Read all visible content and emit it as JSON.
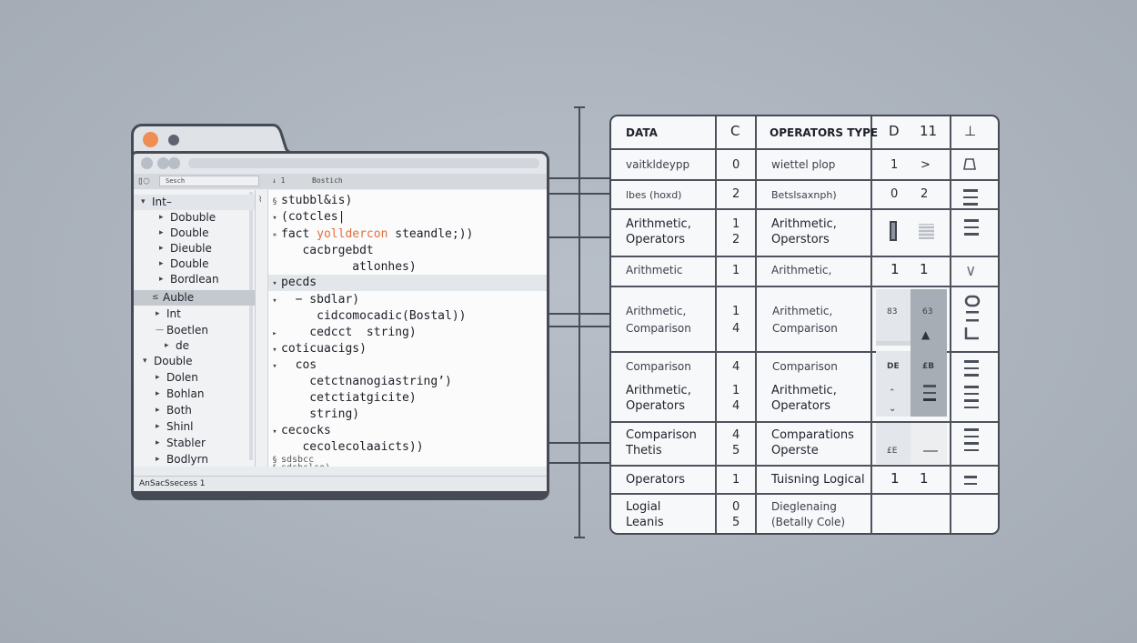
{
  "window": {
    "path_field": "Sesch",
    "path_text": "Bostich",
    "path_marker": "↓ 1",
    "status": "AnSacSsecess 1",
    "tree": [
      {
        "arrow": "▾",
        "label": "Int–"
      },
      {
        "arrow": "▸",
        "label": "Dobuble"
      },
      {
        "arrow": "▸",
        "label": "Double"
      },
      {
        "arrow": "▸",
        "label": "Dieuble"
      },
      {
        "arrow": "▸",
        "label": "Double"
      },
      {
        "arrow": "▸",
        "label": "Bordlean"
      },
      {
        "arrow": "≤",
        "label": "Auble"
      },
      {
        "arrow": "▸",
        "label": "Int"
      },
      {
        "arrow": "—",
        "label": "Boetlen"
      },
      {
        "arrow": "▸",
        "label": "de"
      },
      {
        "arrow": "▾",
        "label": "Double"
      },
      {
        "arrow": "▸",
        "label": "Dolen"
      },
      {
        "arrow": "▸",
        "label": "Bohlan"
      },
      {
        "arrow": "▸",
        "label": "Both"
      },
      {
        "arrow": "▸",
        "label": "Shinl"
      },
      {
        "arrow": "▸",
        "label": "Stabler"
      },
      {
        "arrow": "▸",
        "label": "Bodlyrn"
      }
    ],
    "code": [
      {
        "marker": "§",
        "text": "stubbl&is)"
      },
      {
        "marker": "▾",
        "text": "(cotcles|"
      },
      {
        "marker": "∗",
        "text": "fact ",
        "orange": "yolldercon",
        "after": " steandle;))"
      },
      {
        "marker": "",
        "text": "   cacbrgebdt"
      },
      {
        "marker": "",
        "text": "          atlonhes)"
      },
      {
        "marker": "▾",
        "text": "pecds"
      },
      {
        "marker": "▾",
        "text": "  − sbdlar)"
      },
      {
        "marker": "",
        "text": "     cidcomocadic(Bostal))"
      },
      {
        "marker": "▸",
        "text": "    cedcct  string)"
      },
      {
        "marker": "▾",
        "text": "coticuacigs)"
      },
      {
        "marker": "▾",
        "text": "  cos"
      },
      {
        "marker": "",
        "text": "    cetctnanogiastring’)"
      },
      {
        "marker": "",
        "text": "    cetctiatgicite)"
      },
      {
        "marker": "",
        "text": "    string)"
      },
      {
        "marker": "▾",
        "text": "cecocks"
      },
      {
        "marker": "",
        "text": "   cecolecolaaicts))"
      },
      {
        "marker": "§",
        "text": "sdsbcc"
      },
      {
        "marker": "§",
        "text": "sdsbslso)"
      }
    ]
  },
  "table": {
    "headers": [
      "DATA",
      "C",
      "OPERATORS TYPE",
      "D",
      "11",
      "⊥"
    ],
    "rows": [
      {
        "c1": "vaitkldeypp",
        "c2": "0",
        "c3": "wiettel plop",
        "c4": "1",
        "c5": ">",
        "icon": "outline-trapezoid-icon"
      },
      {
        "c1": "lbes (hoxd)",
        "c2": "2",
        "c3": "Betslsaxnph)",
        "c4": "0",
        "c5": "2",
        "icon": "three-lines-icon"
      },
      {
        "c1": "Arithmetic,\nOperators",
        "c2": "1\n2",
        "c3": "Arithmetic,\nOperstors",
        "c4": "",
        "c5": "",
        "icon": "three-lines-icon"
      },
      {
        "c1": "Arithmetic",
        "c2": "1",
        "c3": "Arithmetic,",
        "c4": "1",
        "c5": "1",
        "icon": "chevron-down-icon"
      },
      {
        "c1": "Arithmetic,\nComparison",
        "c2": "1\n4",
        "c3": "Arithmetic,\nComparison",
        "c4": "",
        "c5": "",
        "icon": "stacked-bars-icon"
      },
      {
        "c1": "Comparison",
        "c2": "4",
        "c3": "Comparison",
        "c4": "",
        "c5": "",
        "icon": "three-lines-icon"
      },
      {
        "c1": "Arithmetic,\nOperators",
        "c2": "1\n4",
        "c3": "Arithmetic,\nOperators",
        "c4": "",
        "c5": "",
        "icon": "three-lines-icon"
      },
      {
        "c1": "Comparison\nThetis",
        "c2": "4\n5",
        "c3": "Comparations\nOperste",
        "c4": "",
        "c5": "",
        "icon": "three-lines-icon"
      },
      {
        "c1": "Operators",
        "c2": "1",
        "c3": "Tuisning Logical",
        "c4": "1",
        "c5": "1",
        "icon": "equals-icon"
      },
      {
        "c1": "Logial\nLeanis",
        "c2": "0\n5",
        "c3": "Dieglenaing\n(Betally Cole)",
        "c4": "",
        "c5": "",
        "icon": ""
      }
    ],
    "mini_labels": {
      "r5a": "83",
      "r5b": "63",
      "r6a": "DE",
      "r6b": "£B",
      "r8a": "£E"
    }
  }
}
